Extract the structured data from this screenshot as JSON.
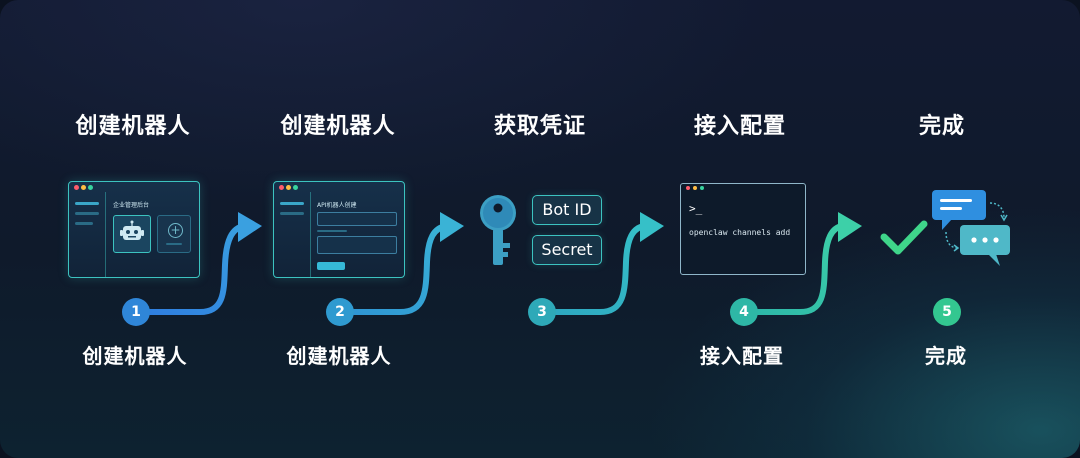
{
  "steps": [
    {
      "number": "1",
      "title": "创建机器人",
      "subtitle": "创建机器人"
    },
    {
      "number": "2",
      "title": "创建机器人",
      "subtitle": "创建机器人"
    },
    {
      "number": "3",
      "title": "获取凭证",
      "subtitle": ""
    },
    {
      "number": "4",
      "title": "接入配置",
      "subtitle": "接入配置"
    },
    {
      "number": "5",
      "title": "完成",
      "subtitle": "完成"
    }
  ],
  "window1": {
    "heading": "企业管理后台"
  },
  "window2": {
    "heading": "API机器人创建"
  },
  "credentials": {
    "bot_id": "Bot ID",
    "secret": "Secret"
  },
  "terminal": {
    "prompt": ">_",
    "command": "openclaw channels add"
  },
  "colors": {
    "badge_1": "#2f86d8",
    "badge_2": "#2f9ad0",
    "badge_3": "#2ea9b8",
    "badge_4": "#2eb7a6",
    "badge_5": "#33c790",
    "check": "#3fd58a",
    "chat_primary": "#2f8fe0",
    "chat_secondary": "#4fb8c8"
  },
  "icons": {
    "robot": "robot-icon",
    "plus": "plus-icon",
    "key": "key-icon",
    "check": "check-icon",
    "chat": "chat-bubbles-icon",
    "arrow": "curved-arrow-icon"
  }
}
